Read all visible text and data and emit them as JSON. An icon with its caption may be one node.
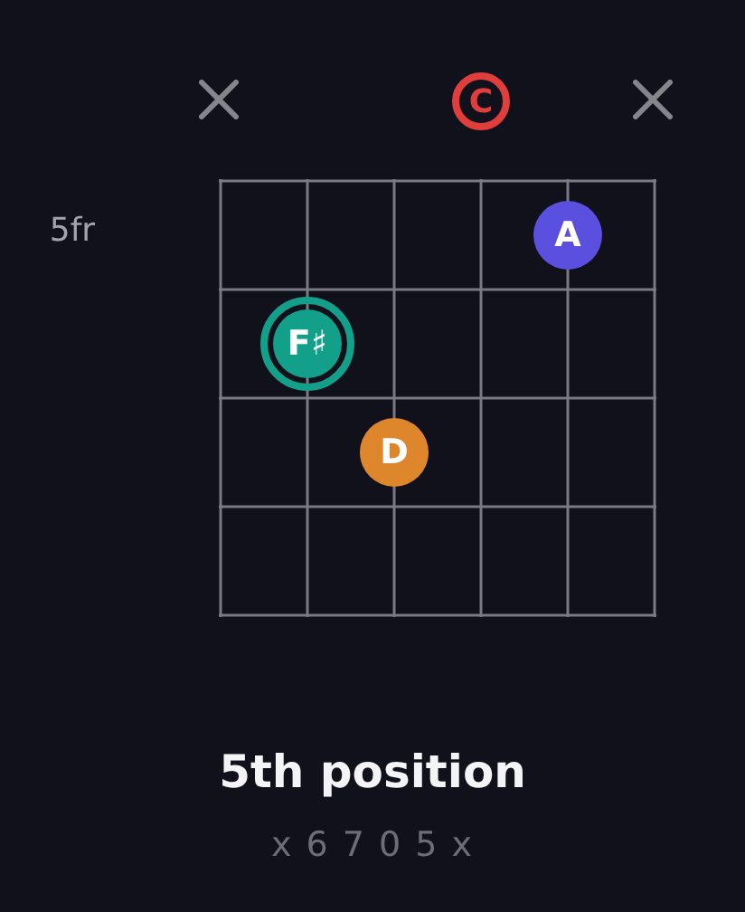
{
  "diagram": {
    "title": "5th position",
    "nodes": [
      {
        "text": [
          "C"
        ]
      },
      {
        "text": [
          "A"
        ]
      },
      {
        "text": [
          "F♯"
        ]
      },
      {
        "text": [
          "D"
        ]
      }
    ],
    "labels": [
      "5fr",
      "x 6 7 0 5 x"
    ]
  }
}
